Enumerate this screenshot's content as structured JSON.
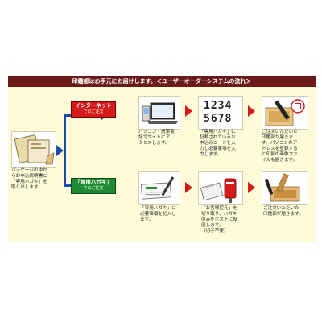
{
  "header": {
    "title": "印鑑都はお手元にお届けします。＜ユーザーオーダーシステムの流れ＞"
  },
  "start": {
    "text": [
      "パッケージの中か",
      "らお申込説明書と",
      "「専用ハガキ」を",
      "取り出します。"
    ]
  },
  "internet_route": {
    "label_title": "インターネット",
    "label_sub": "でのご注文",
    "step1_text": [
      "パソコン・携帯電",
      "話でサイトにア",
      "クセスします。"
    ],
    "step2_code": [
      "1234",
      "5678"
    ],
    "step2_text": [
      "「専用ハガキ」に",
      "記載されているお",
      "申込みコードを入",
      "力し必要事項を入",
      "力します。"
    ],
    "step3_text": [
      "ご注文いただいた",
      "印鑑部が届きま",
      "す。パソコンのア",
      "ドレスを登録する",
      "と印影の画像ファ",
      "イルも届きます。"
    ]
  },
  "postcard_route": {
    "label_title": "「専用ハガキ」",
    "label_sub": "でのご注文",
    "step1_text": [
      "「専用ハガキ」に",
      "必要事項を記入し",
      "ます。"
    ],
    "step2_text": [
      "「お客様控え」を",
      "切り取り、ハガキ",
      "のみをポストに投",
      "函します。",
      "（切手不要）"
    ],
    "step3_text": [
      "ご注文いただいた",
      "印鑑部が届きます。"
    ]
  },
  "colors": {
    "header_bg": "#6b1a1a",
    "panel_bg": "#fdfbd8",
    "internet_red": "#d51a1a",
    "postcard_green": "#1f8a2f",
    "connector_blue": "#1a4bb0"
  },
  "icons": {
    "start": "package-postcard-icon",
    "internet_step1": "phone-laptop-icon",
    "internet_step2": "code-numbers-icon",
    "internet_step3": "stamp-delivered-icon",
    "postcard_step1": "postcard-write-icon",
    "postcard_step2": "mailbox-icon",
    "postcard_step3": "stamp-package-icon"
  }
}
